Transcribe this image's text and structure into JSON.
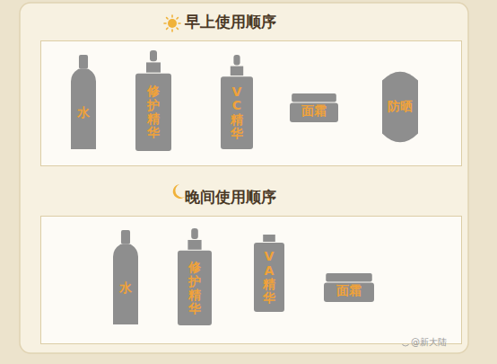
{
  "diagram": {
    "nodes": [
      {
        "text": [
          "早上使用顺序"
        ]
      },
      {
        "text": [
          "水"
        ],
        "in": 0
      },
      {
        "text": [
          "修护精华"
        ],
        "in": 0
      },
      {
        "text": [
          "VC精华"
        ],
        "in": 0
      },
      {
        "text": [
          "面霜"
        ],
        "in": 0
      },
      {
        "text": [
          "防晒"
        ],
        "in": 0
      },
      {
        "text": [
          "晚间使用顺序"
        ]
      },
      {
        "text": [
          "水"
        ],
        "in": 6
      },
      {
        "text": [
          "修护精华"
        ],
        "in": 6
      },
      {
        "text": [
          "VA精华"
        ],
        "in": 6
      },
      {
        "text": [
          "面霜"
        ],
        "in": 6
      }
    ],
    "edges": [
      {
        "from": 1,
        "to": 2,
        "arrow": "to"
      },
      {
        "from": 2,
        "to": 3,
        "arrow": "to"
      },
      {
        "from": 3,
        "to": 4,
        "arrow": "to"
      },
      {
        "from": 4,
        "to": 5,
        "arrow": "to"
      },
      {
        "from": 7,
        "to": 8,
        "arrow": "to"
      },
      {
        "from": 8,
        "to": 9,
        "arrow": "to"
      },
      {
        "from": 9,
        "to": 10,
        "arrow": "to"
      }
    ],
    "labels": [
      "@新大陆"
    ]
  }
}
